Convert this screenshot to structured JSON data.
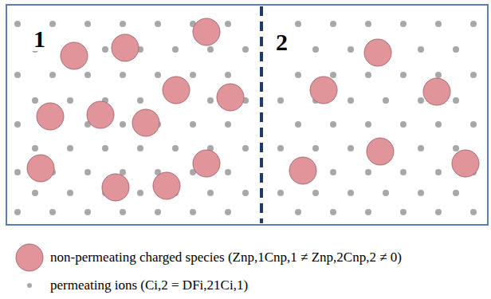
{
  "diagram": {
    "labels": [
      "1",
      "2"
    ],
    "legend": [
      {
        "text": "non-permeating charged species (Znp,1Cnp,1 ≠ Znp,2Cnp,2 ≠ 0)",
        "color": "#e0959b"
      },
      {
        "text": "permeating ions (Ci,2 = DFi,21Ci,1)",
        "color": "#a8a8a8"
      }
    ]
  }
}
